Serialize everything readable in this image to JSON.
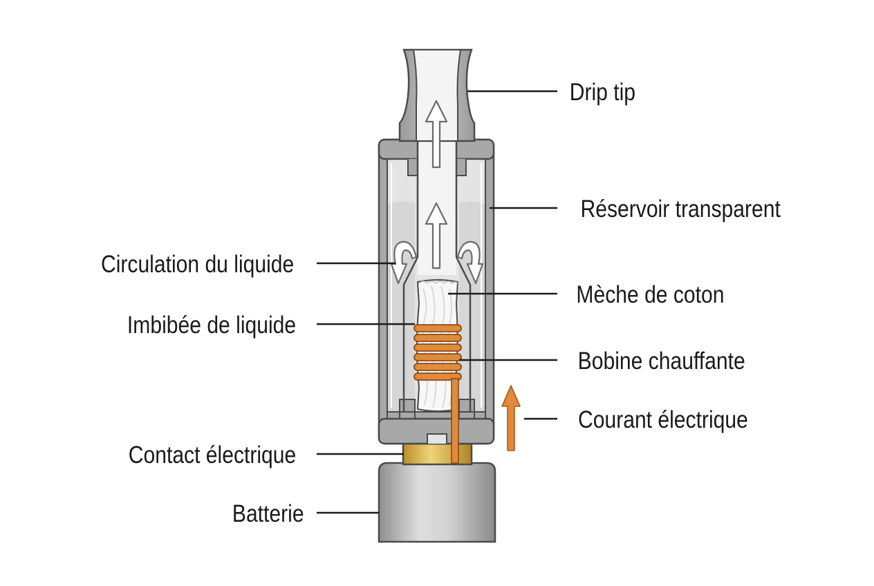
{
  "labels": {
    "drip_tip": "Drip tip",
    "reservoir": "Réservoir transparent",
    "circulation": "Circulation du liquide",
    "meche": "Mèche de coton",
    "imbibee": "Imbibée de liquide",
    "bobine": "Bobine chauffante",
    "courant": "Courant électrique",
    "contact": "Contact électrique",
    "batterie": "Batterie"
  },
  "colors": {
    "outline": "#4a4a4a",
    "body_gray": "#a8a8a8",
    "tank_fill": "#e6e6e6",
    "coil": "#d9822b",
    "contact_gold": "#d8b33c",
    "arrow_gray": "#7a7a7a",
    "arrow_orange": "#e08a3c",
    "text": "#1a1a1a"
  },
  "icons": {
    "flow_up": "arrow-up-icon",
    "liquid_loop": "curved-arrow-icon",
    "current": "arrow-up-icon"
  }
}
